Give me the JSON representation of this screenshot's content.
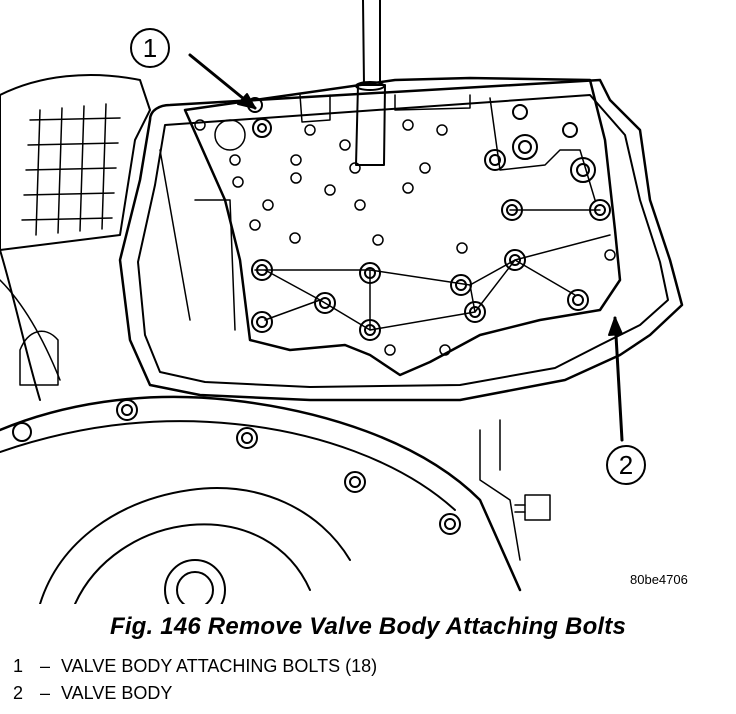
{
  "figure": {
    "image_code": "80be4706",
    "callouts": [
      {
        "number": "1"
      },
      {
        "number": "2"
      }
    ]
  },
  "caption": "Fig. 146 Remove Valve Body Attaching Bolts",
  "legend": [
    {
      "number": "1",
      "dash": "–",
      "text": "VALVE BODY ATTACHING BOLTS (18)"
    },
    {
      "number": "2",
      "dash": "–",
      "text": "VALVE BODY"
    }
  ]
}
